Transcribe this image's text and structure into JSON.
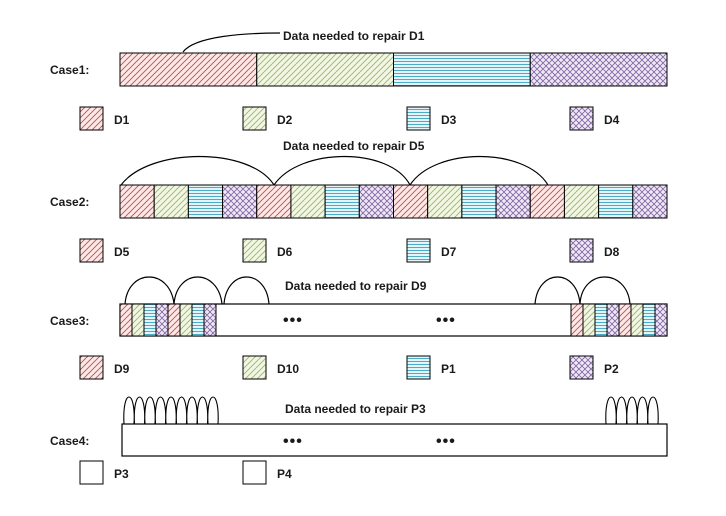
{
  "patterns": {
    "D1": {
      "color": "#c0504d",
      "bg": "#fbe9e8",
      "style": "diag"
    },
    "D2": {
      "color": "#9bbb59",
      "bg": "#f1f6e6",
      "style": "diag"
    },
    "D3": {
      "color": "#4bacc6",
      "bg": "#e4f4f8",
      "style": "horiz"
    },
    "D4": {
      "color": "#8064a2",
      "bg": "#efe9f6",
      "style": "cross"
    }
  },
  "cases": [
    {
      "label": "Case1:",
      "repair_text": "Data needed to repair D1",
      "bar_blocks": [
        "D1",
        "D2",
        "D3",
        "D4"
      ],
      "legend": [
        {
          "key": "D1",
          "label": "D1"
        },
        {
          "key": "D2",
          "label": "D2"
        },
        {
          "key": "D3",
          "label": "D3"
        },
        {
          "key": "D4",
          "label": "D4"
        }
      ]
    },
    {
      "label": "Case2:",
      "repair_text": "Data needed to repair D5",
      "bar_blocks": [
        "D1",
        "D2",
        "D3",
        "D4",
        "D1",
        "D2",
        "D3",
        "D4",
        "D1",
        "D2",
        "D3",
        "D4",
        "D1",
        "D2",
        "D3",
        "D4"
      ],
      "legend": [
        {
          "key": "D1",
          "label": "D5"
        },
        {
          "key": "D2",
          "label": "D6"
        },
        {
          "key": "D3",
          "label": "D7"
        },
        {
          "key": "D4",
          "label": "D8"
        }
      ]
    },
    {
      "label": "Case3:",
      "repair_text": "Data needed to repair D9",
      "left_blocks": [
        "D1",
        "D2",
        "D3",
        "D4",
        "D1",
        "D2",
        "D3",
        "D4"
      ],
      "right_blocks": [
        "D1",
        "D2",
        "D3",
        "D4",
        "D1",
        "D2",
        "D3",
        "D4"
      ],
      "ellipsis": [
        "•••",
        "•••"
      ],
      "legend": [
        {
          "key": "D1",
          "label": "D9"
        },
        {
          "key": "D2",
          "label": "D10"
        },
        {
          "key": "D3",
          "label": "P1"
        },
        {
          "key": "D4",
          "label": "P2"
        }
      ]
    },
    {
      "label": "Case4:",
      "repair_text": "Data needed to repair P3",
      "ellipsis": [
        "•••",
        "•••"
      ],
      "legend": [
        {
          "key": "empty",
          "label": "P3"
        },
        {
          "key": "empty",
          "label": "P4"
        }
      ]
    }
  ]
}
